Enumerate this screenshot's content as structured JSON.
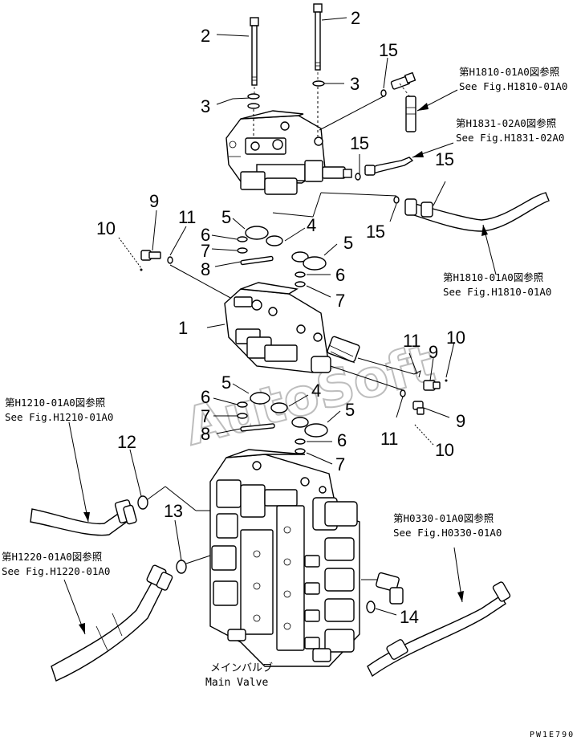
{
  "callouts": {
    "c2a": "2",
    "c2b": "2",
    "c3a": "3",
    "c3b": "3",
    "c15a": "15",
    "c15b": "15",
    "c15c": "15",
    "c15d": "15",
    "c9a": "9",
    "c10a": "10",
    "c11a": "11",
    "c5a": "5",
    "c6a": "6",
    "c7a": "7",
    "c4a": "4",
    "c8a": "8",
    "c5b": "5",
    "c6b": "6",
    "c7b": "7",
    "c1": "1",
    "c11b": "11",
    "c9b": "9",
    "c10b": "10",
    "c5c": "5",
    "c4b": "4",
    "c6c": "6",
    "c7c": "7",
    "c8b": "8",
    "c5d": "5",
    "c9c": "9",
    "c11c": "11",
    "c6d": "6",
    "c10c": "10",
    "c12": "12",
    "c7d": "7",
    "c13": "13",
    "c14": "14"
  },
  "references": [
    {
      "jp": "第H1810-01A0図参照",
      "en": "See Fig.H1810-01A0"
    },
    {
      "jp": "第H1831-02A0図参照",
      "en": "See Fig.H1831-02A0"
    },
    {
      "jp": "第H1810-01A0図参照",
      "en": "See Fig.H1810-01A0"
    },
    {
      "jp": "第H1210-01A0図参照",
      "en": "See Fig.H1210-01A0"
    },
    {
      "jp": "第H0330-01A0図参照",
      "en": "See Fig.H0330-01A0"
    },
    {
      "jp": "第H1220-01A0図参照",
      "en": "See Fig.H1220-01A0"
    }
  ],
  "main_valve": {
    "jp": "メインバルブ",
    "en": "Main Valve"
  },
  "watermark": "AutoSoft",
  "drawing_number": "PW1E790"
}
